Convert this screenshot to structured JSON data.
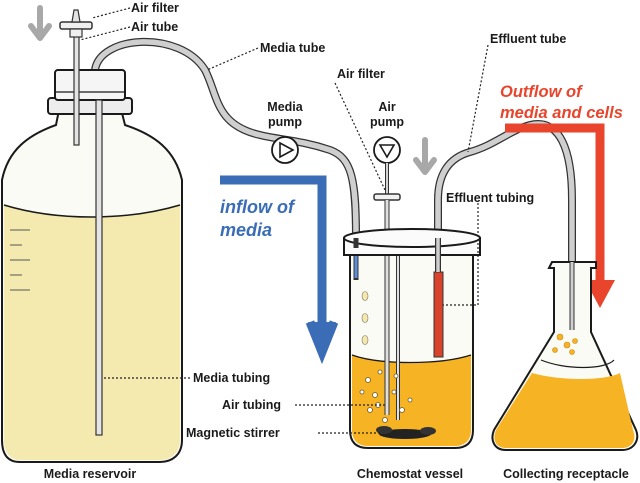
{
  "labels": {
    "air_filter_top": "Air filter",
    "air_tube": "Air tube",
    "media_tube": "Media tube",
    "air_filter_vessel": "Air filter",
    "effluent_tube": "Effluent tube",
    "media_pump_line1": "Media",
    "media_pump_line2": "pump",
    "air_pump_line1": "Air",
    "air_pump_line2": "pump",
    "effluent_tubing": "Effluent tubing",
    "media_tubing": "Media tubing",
    "air_tubing": "Air tubing",
    "magnetic_stirrer": "Magnetic stirrer",
    "media_reservoir": "Media reservoir",
    "chemostat_vessel": "Chemostat vessel",
    "collecting_receptacle": "Collecting  receptacle"
  },
  "flows": {
    "inflow_line1": "inflow of",
    "inflow_line2": "media",
    "outflow_line1": "Outflow of",
    "outflow_line2": "media and cells"
  },
  "colors": {
    "inflow": "#3a6db5",
    "outflow": "#e8452c",
    "media_fluid": "#f4eab0",
    "culture_fluid": "#f6b323",
    "tube": "#c8c8c8",
    "arrow_gray": "#a8a8a8"
  }
}
